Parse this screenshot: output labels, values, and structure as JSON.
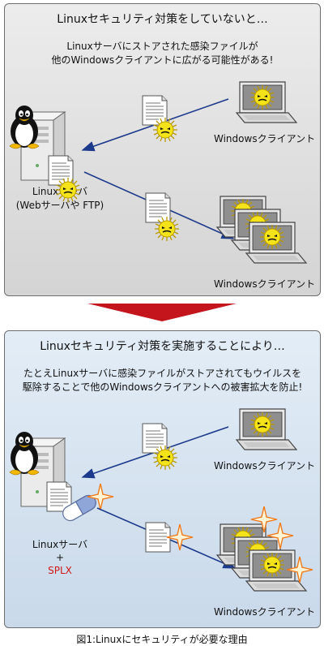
{
  "top_panel": {
    "title": "Linuxセキュリティ対策をしていないと…",
    "description_line1": "Linuxサーバにストアされた感染ファイルが",
    "description_line2": "他のWindowsクライアントに広がる可能性がある!",
    "server_label_line1": "Linuxサーバ",
    "server_label_line2": "(Webサーバや FTP)",
    "client_label_single": "Windowsクライアント",
    "client_label_group": "Windowsクライアント"
  },
  "bottom_panel": {
    "title": "Linuxセキュリティ対策を実施することにより…",
    "description_line1": "たとえLinuxサーバに感染ファイルがストアされてもウイルスを",
    "description_line2": "駆除することで他のWindowsクライアントへの被害拡大を防止!",
    "server_label_line1": "Linuxサーバ",
    "server_label_plus": "+",
    "server_label_product": "SPLX",
    "client_label_single": "Windowsクライアント",
    "client_label_group": "Windowsクライアント"
  },
  "caption": "図1:Linuxにセキュリティが必要な理由",
  "colors": {
    "arrow_line": "#1c3a8c",
    "transition_arrow": "#c4141c",
    "product_text": "#d11717",
    "virus_fill": "#f5e31a",
    "sparkle": "#f07a1a"
  },
  "icons": [
    "linux-penguin-icon",
    "server-tower-icon",
    "document-icon",
    "virus-icon",
    "laptop-icon",
    "capsule-icon",
    "sparkle-icon"
  ]
}
